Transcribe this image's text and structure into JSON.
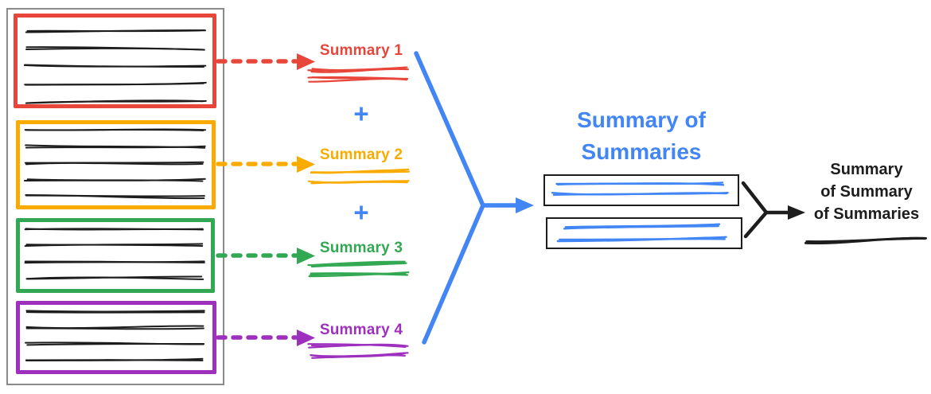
{
  "palette": {
    "red": "#E8463A",
    "yellow": "#F9AB00",
    "green": "#33A853",
    "purple": "#9E30BE",
    "blue": "#4285F4",
    "ink": "#1D1D1D",
    "outer-border": "#8A8A8A"
  },
  "source_document": {
    "sections": [
      {
        "name": "section-1",
        "color_key": "red",
        "text_line_count": 5
      },
      {
        "name": "section-2",
        "color_key": "yellow",
        "text_line_count": 5
      },
      {
        "name": "section-3",
        "color_key": "green",
        "text_line_count": 4
      },
      {
        "name": "section-4",
        "color_key": "purple",
        "text_line_count": 4
      }
    ]
  },
  "summaries": [
    {
      "label": "Summary 1",
      "color_key": "red",
      "scribble_line_count": 2
    },
    {
      "label": "Summary 2",
      "color_key": "yellow",
      "scribble_line_count": 2
    },
    {
      "label": "Summary 3",
      "color_key": "green",
      "scribble_line_count": 2
    },
    {
      "label": "Summary 4",
      "color_key": "purple",
      "scribble_line_count": 2
    }
  ],
  "plus_signs": [
    "+",
    "+"
  ],
  "summary_of_summaries": {
    "title": "Summary of Summaries",
    "title_lines": [
      "Summary of",
      "Summaries"
    ],
    "color_key": "blue",
    "boxes": [
      {
        "scribble_line_count": 2
      },
      {
        "scribble_line_count": 2
      }
    ]
  },
  "final_summary": {
    "label": "Summary of Summary of Summaries",
    "label_lines": [
      "Summary",
      "of Summary",
      "of Summaries"
    ],
    "scribble_line_count": 1
  }
}
